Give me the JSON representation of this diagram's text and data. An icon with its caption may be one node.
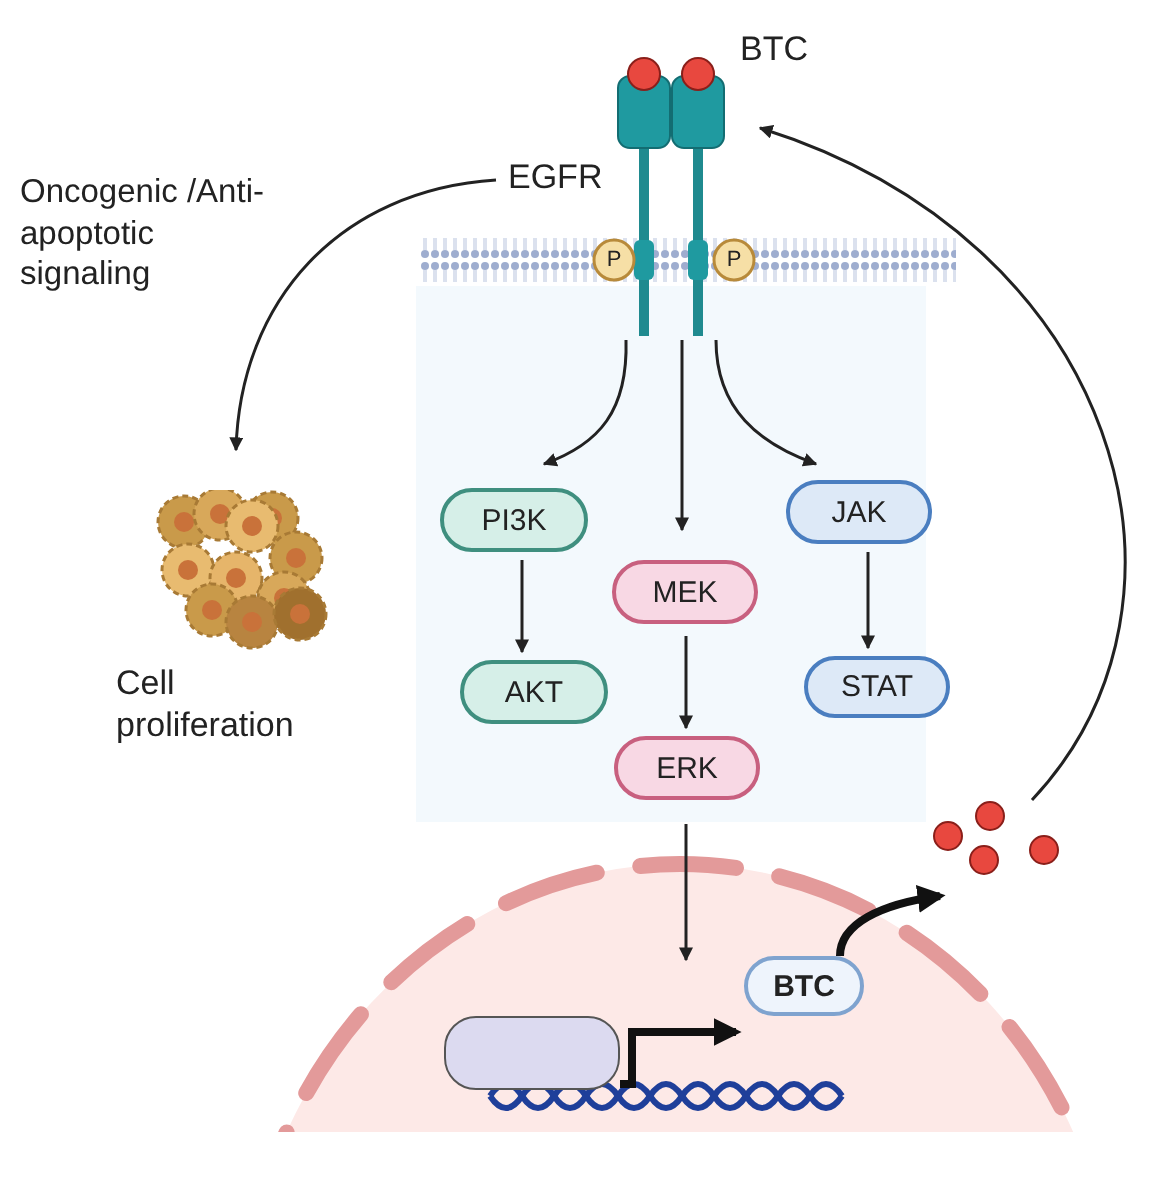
{
  "diagram": {
    "nodes": [
      {
        "text": [
          "EGFR"
        ],
        "beside": [
          "BTC"
        ]
      },
      {
        "text": [],
        "shape": "picture",
        "beside": [
          "Cell proliferation"
        ]
      },
      {
        "text": [
          "PI3K"
        ]
      },
      {
        "text": [
          "AKT"
        ]
      },
      {
        "text": [
          "MEK"
        ]
      },
      {
        "text": [
          "ERK"
        ]
      },
      {
        "text": [
          "JAK"
        ]
      },
      {
        "text": [
          "STAT"
        ]
      },
      {
        "text": [],
        "shape": "box"
      },
      {
        "text": [
          "BTC"
        ]
      },
      {
        "text": [],
        "shape": "picture"
      }
    ],
    "edges": [
      {
        "from": 0,
        "to": 1,
        "arrow": "to"
      },
      {
        "from": 0,
        "to": 2,
        "arrow": "to"
      },
      {
        "from": 0,
        "to": 4,
        "arrow": "to"
      },
      {
        "from": 0,
        "to": 6,
        "arrow": "to"
      },
      {
        "from": 2,
        "to": 3,
        "arrow": "to"
      },
      {
        "from": 4,
        "to": 5,
        "arrow": "to"
      },
      {
        "from": 6,
        "to": 7,
        "arrow": "to"
      },
      {
        "from": 5,
        "to": null,
        "arrow": "to"
      },
      {
        "from": 8,
        "to": 9,
        "arrow": "to",
        "style": "thick"
      },
      {
        "from": 9,
        "to": 10,
        "arrow": "to",
        "style": "thick"
      },
      {
        "from": 10,
        "to": 0,
        "arrow": "to"
      }
    ],
    "labels": [
      "Oncogenic /Anti-apoptotic signaling",
      "P",
      "P"
    ]
  }
}
